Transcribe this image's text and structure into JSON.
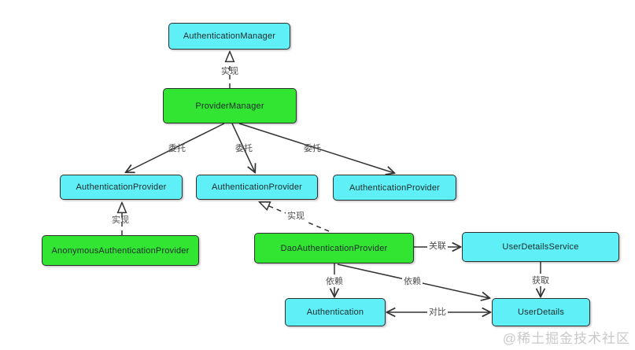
{
  "diagram": {
    "nodes": {
      "authentication_manager": {
        "label": "AuthenticationManager",
        "kind": "interface"
      },
      "provider_manager": {
        "label": "ProviderManager",
        "kind": "class"
      },
      "authentication_provider_left": {
        "label": "AuthenticationProvider",
        "kind": "interface"
      },
      "authentication_provider_middle": {
        "label": "AuthenticationProvider",
        "kind": "interface"
      },
      "authentication_provider_right": {
        "label": "AuthenticationProvider",
        "kind": "interface"
      },
      "anonymous_authentication_provider": {
        "label": "AnonymousAuthenticationProvider",
        "kind": "class"
      },
      "dao_authentication_provider": {
        "label": "DaoAuthenticationProvider",
        "kind": "class"
      },
      "user_details_service": {
        "label": "UserDetailsService",
        "kind": "interface"
      },
      "authentication": {
        "label": "Authentication",
        "kind": "interface"
      },
      "user_details": {
        "label": "UserDetails",
        "kind": "interface"
      }
    },
    "edge_labels": {
      "implement_provider_manager": "实现",
      "delegate_left": "委托",
      "delegate_middle": "委托",
      "delegate_right": "委托",
      "implement_anonymous": "实现",
      "implement_dao": "实现",
      "associate": "关联",
      "depend_authentication": "依赖",
      "depend_user_details": "依赖",
      "fetch": "获取",
      "compare": "对比"
    },
    "watermark": "@稀土掘金技术社区",
    "colors": {
      "interface_fill": "#5FEFF7",
      "class_fill": "#32E532",
      "line": "#333333",
      "edge_label_color": "#4d4d4d"
    }
  }
}
